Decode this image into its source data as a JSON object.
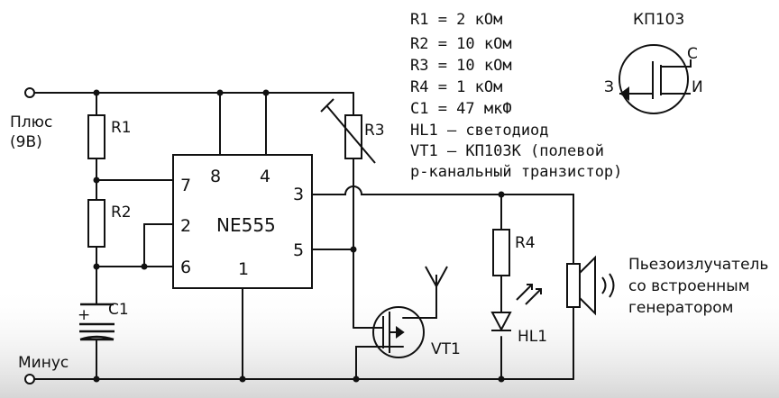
{
  "power": {
    "plus_label": "Плюс",
    "plus_voltage": "(9В)",
    "minus_label": "Минус"
  },
  "components": {
    "r1": "R1",
    "r2": "R2",
    "r3": "R3",
    "r4": "R4",
    "c1": "C1",
    "c1_polarity": "+",
    "hl1": "HL1",
    "vt1": "VT1"
  },
  "ic": {
    "name": "NE555",
    "pins": {
      "p7": "7",
      "p8": "8",
      "p4": "4",
      "p3": "3",
      "p2": "2",
      "p5": "5",
      "p6": "6",
      "p1": "1"
    }
  },
  "specs": [
    "R1 = 2 кОм",
    "R2 = 10 кОм",
    "R3 = 10 кОм",
    "R4 = 1 кОм",
    "C1 = 47 мкФ",
    "HL1 – светодиод",
    "VT1 – КП103К (полевой",
    "р-канальный транзистор)"
  ],
  "transistor_legend": {
    "title": "КП103",
    "source": "С",
    "gate": "З",
    "drain": "И"
  },
  "piezo": {
    "line1": "Пьезоизлучатель",
    "line2": "со встроенным",
    "line3": "генератором"
  },
  "colors": {
    "line": "#111111",
    "background": "#ffffff",
    "bottom_band": "#d9d9d9"
  }
}
